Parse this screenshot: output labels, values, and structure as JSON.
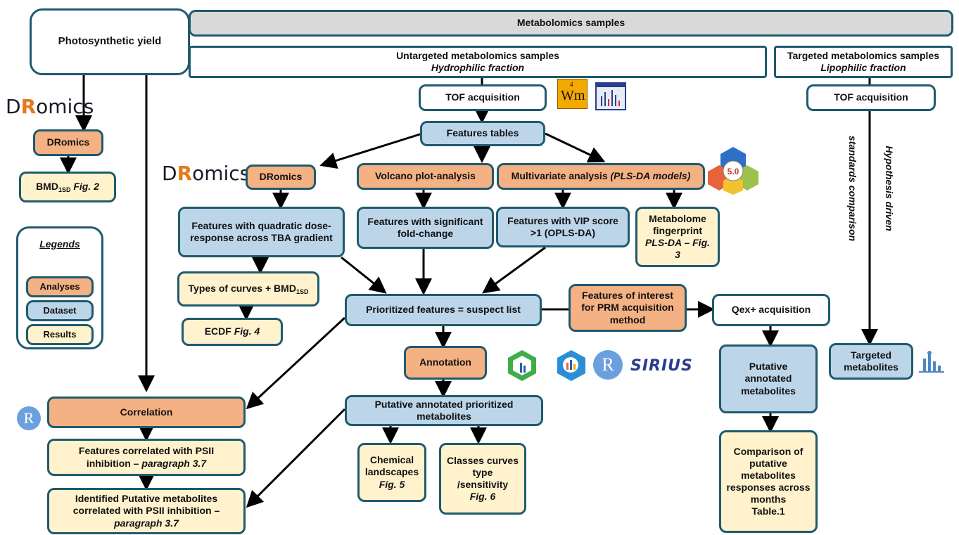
{
  "boxes": {
    "photosynthetic_yield": "Photosynthetic yield",
    "metabolomics_samples": "Metabolomics samples",
    "untargeted_title": "Untargeted metabolomics samples",
    "untargeted_sub": "Hydrophilic fraction",
    "targeted_title": "Targeted metabolomics samples",
    "targeted_sub": "Lipophilic fraction",
    "tof_untargeted": "TOF acquisition",
    "tof_targeted": "TOF acquisition",
    "features_tables": "Features tables",
    "dromics_left": "DRomics",
    "bmd_left_main": "BMD",
    "bmd_left_sub": "1SD",
    "bmd_left_fig": "Fig. 2",
    "dromics_mid": "DRomics",
    "volcano": "Volcano plot-analysis",
    "multivariate_main": "Multivariate analysis ",
    "multivariate_it": "(PLS-DA models)",
    "quad_line1": "Features with quadratic dose-",
    "quad_line2": "response across TBA gradient",
    "sigfold_line1": "Features with significant",
    "sigfold_line2": "fold-change",
    "vip_line1": "Features with VIP score",
    "vip_line2": ">1 (OPLS-DA)",
    "fingerprint_line1": "Metabolome",
    "fingerprint_line2": "fingerprint",
    "fingerprint_line3": "PLS-DA – Fig. 3",
    "curves_main": "Types of curves + BMD",
    "curves_sub": "1SD",
    "ecdf_main": "ECDF ",
    "ecdf_fig": "Fig. 4",
    "prioritized": "Prioritized features = suspect list",
    "prm_line1": "Features of interest",
    "prm_line2": "for PRM acquisition",
    "prm_line3": "method",
    "qex": "Qex+ acquisition",
    "annotation": "Annotation",
    "putative_line1": "Putative annotated prioritized",
    "putative_line2": "metabolites",
    "qex_putative_line1": "Putative",
    "qex_putative_line2": "annotated",
    "qex_putative_line3": "metabolites",
    "targeted_metabolites_line1": "Targeted",
    "targeted_metabolites_line2": "metabolites",
    "correlation": "Correlation",
    "psii_line1": "Features correlated with PSII",
    "psii_line2": "inhibition – ",
    "psii_line2_it": "paragraph 3.7",
    "identified_line1": "Identified Putative metabolites",
    "identified_line2": "correlated with PSII inhibition –",
    "identified_line3": "paragraph 3.7",
    "chemical_line1": "Chemical",
    "chemical_line2": "landscapes",
    "chemical_fig": "Fig. 5",
    "classes_line1": "Classes curves",
    "classes_line2": "type",
    "classes_line3": "/sensitivity",
    "classes_fig": "Fig. 6",
    "comparison_line1": "Comparison of",
    "comparison_line2": "putative",
    "comparison_line3": "metabolites",
    "comparison_line4": "responses across",
    "comparison_line5": "months",
    "comparison_line6": "Table.1"
  },
  "legend": {
    "title": "Legends",
    "items": [
      "Analyses",
      "Dataset",
      "Results"
    ]
  },
  "vertical_labels": {
    "standards": "standards comparison",
    "hypothesis": "Hypothesis driven"
  },
  "logos": {
    "dromics": "DRomics",
    "r": "R",
    "sirius": "SIRIUS",
    "metaboanalyst_version": "5.0",
    "waters_number": "4",
    "waters_text": "Wm"
  },
  "colors": {
    "border": "#1f5a6e",
    "analyses": "#f4b183",
    "dataset": "#bcd5e9",
    "results": "#fff2cc",
    "header": "#d9d9d9"
  }
}
